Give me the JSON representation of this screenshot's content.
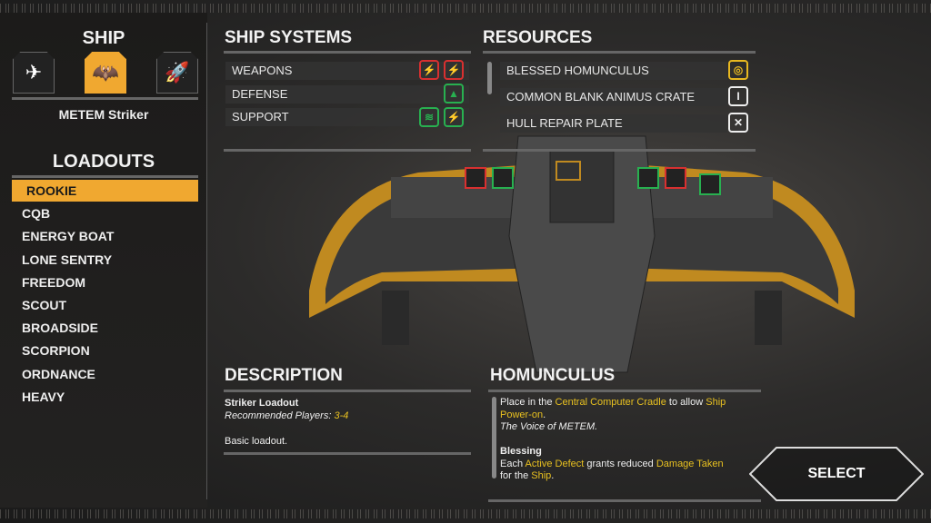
{
  "ship": {
    "title": "SHIP",
    "selected_name": "METEM Striker",
    "options": [
      "ship-left",
      "ship-metem-striker",
      "ship-right"
    ]
  },
  "loadouts": {
    "title": "LOADOUTS",
    "items": [
      "ROOKIE",
      "CQB",
      "ENERGY BOAT",
      "LONE SENTRY",
      "FREEDOM",
      "SCOUT",
      "BROADSIDE",
      "SCORPION",
      "ORDNANCE",
      "HEAVY"
    ],
    "selected": "ROOKIE"
  },
  "systems": {
    "title": "SHIP SYSTEMS",
    "rows": [
      {
        "label": "WEAPONS"
      },
      {
        "label": "DEFENSE"
      },
      {
        "label": "SUPPORT"
      }
    ]
  },
  "resources": {
    "title": "RESOURCES",
    "items": [
      "BLESSED HOMUNCULUS",
      "COMMON BLANK ANIMUS CRATE",
      "HULL REPAIR PLATE"
    ]
  },
  "description": {
    "title": "DESCRIPTION",
    "name": "Striker Loadout",
    "players_label": "Recommended Players: ",
    "players": "3-4",
    "text": "Basic loadout."
  },
  "homunculus": {
    "title": "HOMUNCULUS",
    "p1a": "Place in the ",
    "p1b": "Central Computer Cradle",
    "p1c": " to allow ",
    "p1d": "Ship Power-on",
    "p1e": ".",
    "quote": "The Voice of METEM.",
    "blessing": "Blessing",
    "b1": "Each ",
    "b2": "Active Defect",
    "b3": " grants reduced ",
    "b4": "Damage Taken",
    "b5": " for the ",
    "b6": "Ship",
    "b7": "."
  },
  "select_label": "SELECT",
  "colors": {
    "accent": "#f0a830",
    "weapon": "#d83030",
    "support": "#28b050"
  }
}
